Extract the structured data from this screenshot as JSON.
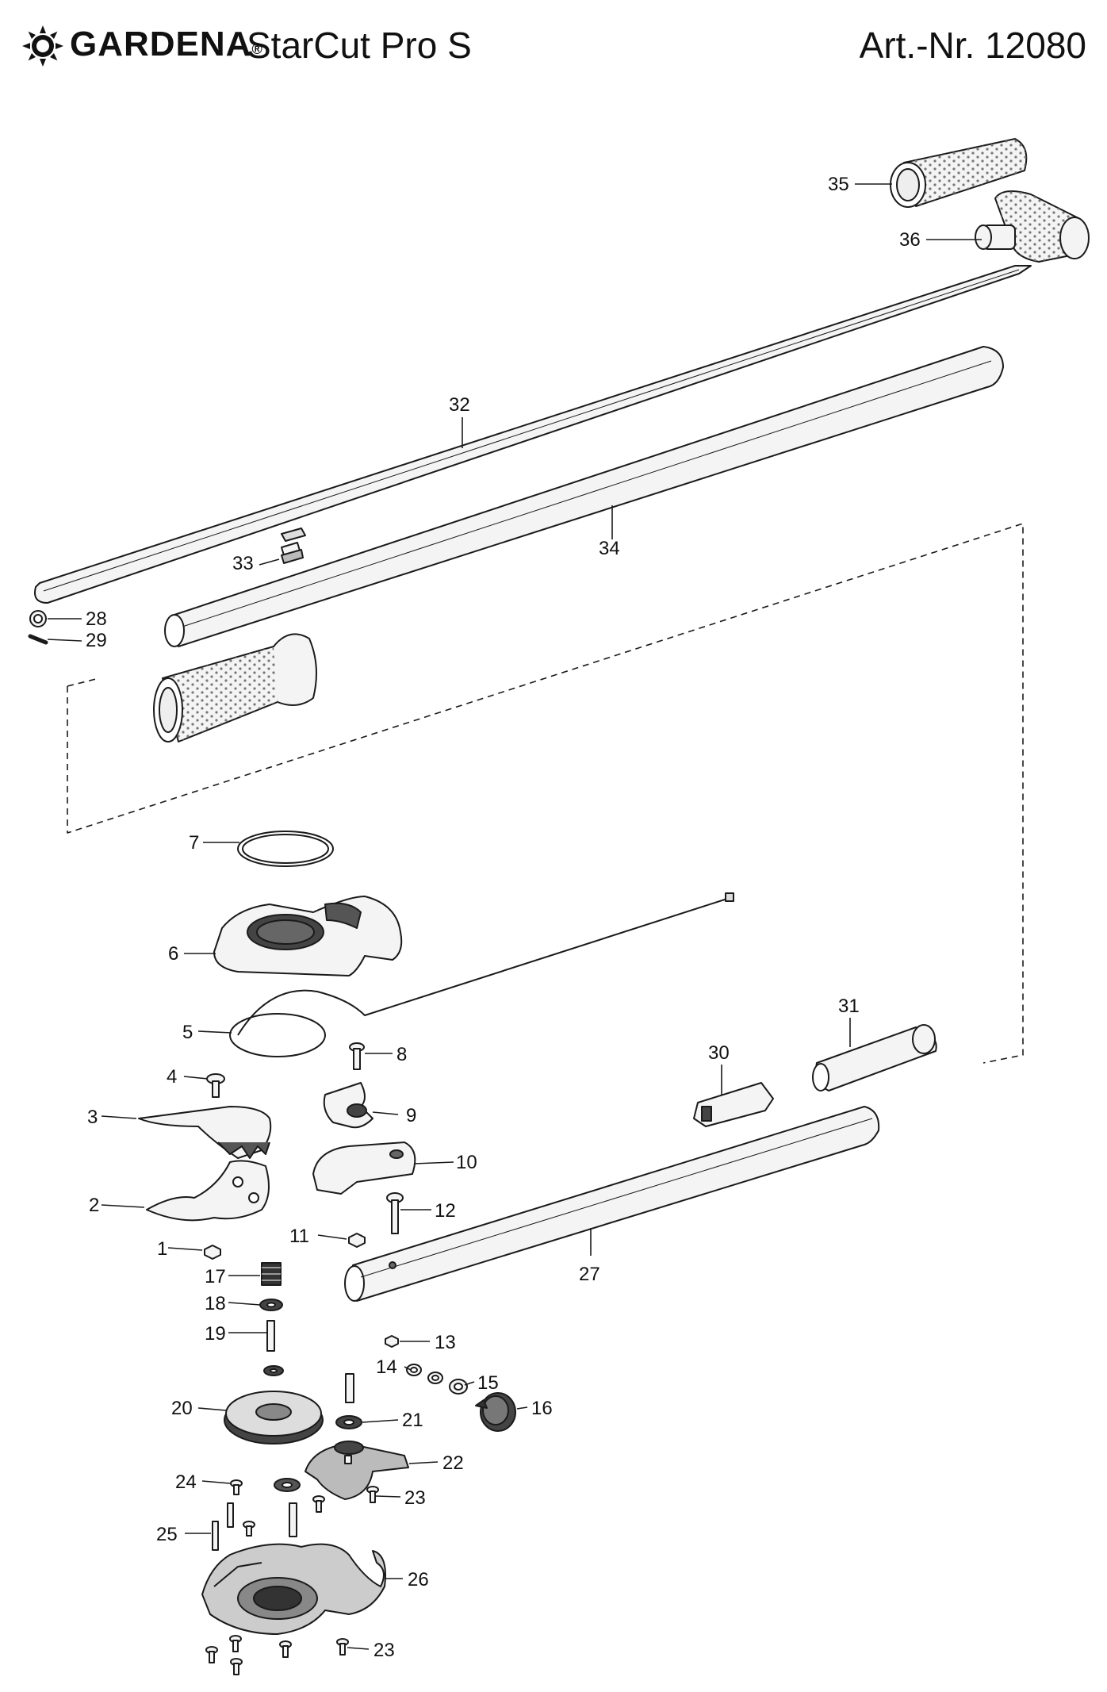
{
  "header": {
    "brand": "GARDENA",
    "brand_mark": "®",
    "product": "StarCut Pro S",
    "article": "Art.-Nr. 12080"
  },
  "icons": {
    "logo": "gardena-sun-logo-icon"
  },
  "colors": {
    "line": "#1a1a1a",
    "part_fill": "#f4f4f4",
    "part_shade": "#d8d8d8",
    "dark_part": "#3a3a3a"
  },
  "parts": {
    "p1": "1",
    "p2": "2",
    "p3": "3",
    "p4": "4",
    "p5": "5",
    "p6": "6",
    "p7": "7",
    "p8": "8",
    "p9": "9",
    "p10": "10",
    "p11": "11",
    "p12": "12",
    "p13": "13",
    "p14": "14",
    "p15": "15",
    "p16": "16",
    "p17": "17",
    "p18": "18",
    "p19": "19",
    "p20": "20",
    "p21": "21",
    "p22": "22",
    "p23a": "23",
    "p23b": "23",
    "p24": "24",
    "p25": "25",
    "p26": "26",
    "p27": "27",
    "p28": "28",
    "p29": "29",
    "p30": "30",
    "p31": "31",
    "p32": "32",
    "p33": "33",
    "p34": "34",
    "p35": "35",
    "p36": "36"
  }
}
